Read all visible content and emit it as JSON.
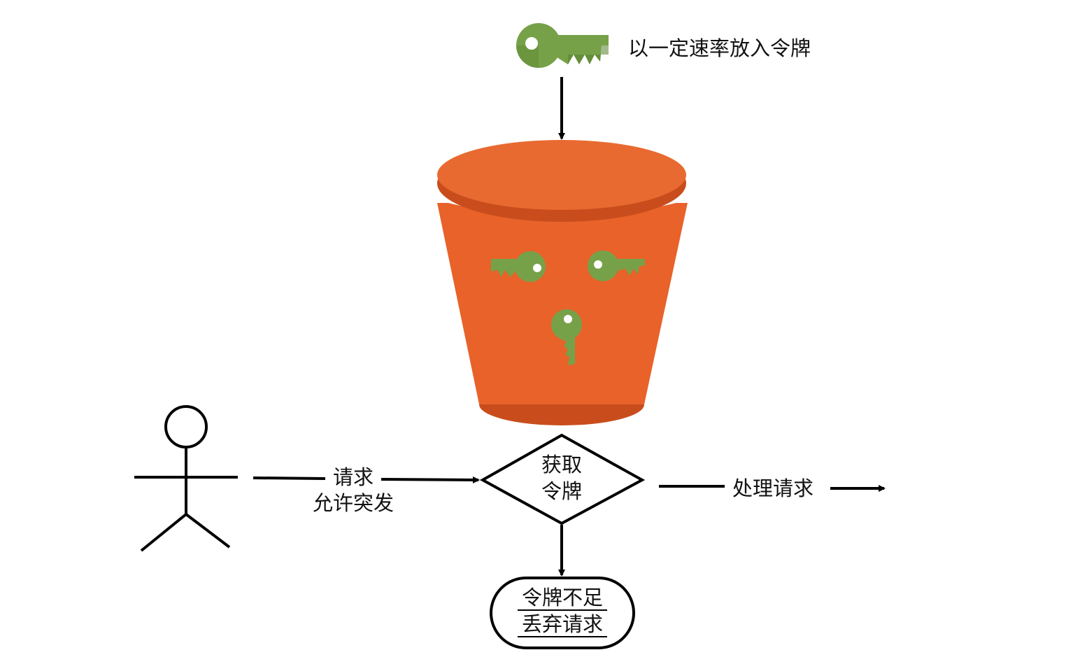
{
  "labels": {
    "token_rate": "以一定速率放入令牌",
    "request": "请求",
    "allow_burst": "允许突发",
    "acquire_line1": "获取",
    "acquire_line2": "令牌",
    "process_request": "处理请求",
    "insufficient": "令牌不足",
    "discard": "丢弃请求"
  },
  "icons": {
    "incoming_token": "key-icon",
    "bucket": "bucket-icon",
    "user": "stick-figure-icon"
  },
  "colors": {
    "bucket_body": "#e8622a",
    "bucket_rim": "#c94d1c",
    "bucket_lid": "#e86a30",
    "key_fill": "#77a148",
    "key_shade": "#56802f",
    "line": "#000000"
  }
}
